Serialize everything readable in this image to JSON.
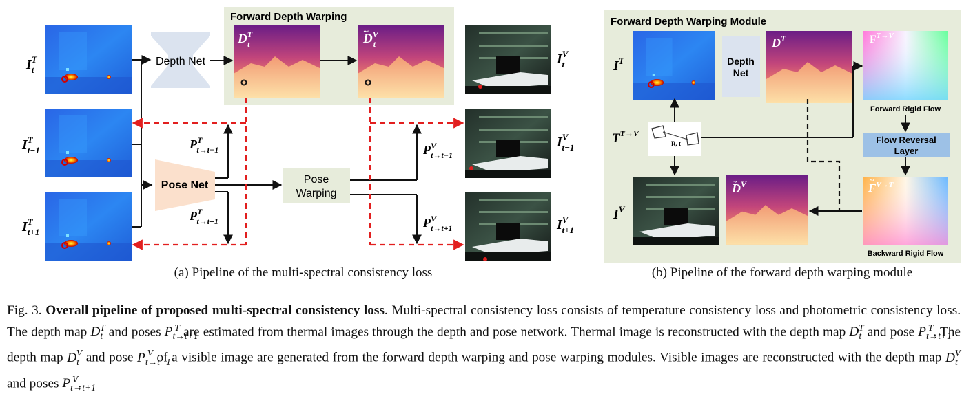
{
  "panel_a": {
    "forward_box_title": "Forward Depth Warping",
    "depth_net_label": "Depth Net",
    "pose_net_label": "Pose Net",
    "pose_warping_label": [
      "Pose",
      "Warping"
    ],
    "caption": "(a) Pipeline of the multi-spectral consistency loss",
    "symbols": {
      "I": "I",
      "D": "D",
      "P": "P",
      "T": "T",
      "V": "V",
      "t": "t",
      "t_minus_1": "t−1",
      "t_plus_1": "t+1",
      "t_to_t_minus_1": "t→t−1",
      "t_to_t_plus_1": "t→t+1",
      "tilde": "~"
    }
  },
  "panel_b": {
    "title": "Forward Depth Warping Module",
    "depth_net_label": [
      "Depth",
      "Net"
    ],
    "forward_flow_label": "Forward Rigid Flow",
    "flow_reversal_label": [
      "Flow Reversal",
      "Layer"
    ],
    "backward_flow_label": "Backward Rigid Flow",
    "rt_label": "R, t",
    "symbols": {
      "F": "F",
      "T_to_V": "T→V",
      "V_to_T": "V→T"
    },
    "caption": "(b) Pipeline of the forward depth warping module"
  },
  "figure_caption": {
    "label": "Fig. 3.",
    "title": "Overall pipeline of proposed multi-spectral consistency loss",
    "s1": ". Multi-spectral consistency loss consists of temperature consistency loss and photometric consistency loss. The depth map ",
    "s2": " and poses ",
    "s3": " are estimated from thermal images through the depth and pose network. Thermal image is reconstructed with the depth map ",
    "s4": " and pose ",
    "s5": ". The depth map ",
    "s6": " and pose ",
    "s7": " of a visible image are generated from the forward depth warping and pose warping modules. Visible images are reconstructed with the depth map ",
    "s8": " and poses ",
    "s9": "."
  },
  "colors": {
    "net_box": "#dbe3ef",
    "pose_net_box": "#fbe0cc",
    "warping_box": "#e7ecdb",
    "flow_reversal_box": "#9dc1e6",
    "dashed_red": "#e21f1f",
    "arrow": "#111111"
  }
}
